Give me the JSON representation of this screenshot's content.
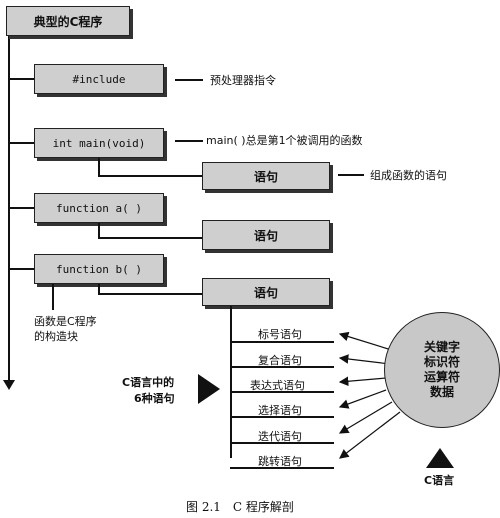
{
  "title": "典型的C程序",
  "boxes": {
    "include": "#include",
    "main": "int main(void)",
    "func_a": "function a( )",
    "func_b": "function b( )",
    "stmt1": "语句",
    "stmt2": "语句",
    "stmt3": "语句"
  },
  "labels": {
    "preprocessor": "预处理器指令",
    "main_note": "main( )总是第1个被调用的函数",
    "compose": "组成函数的语句",
    "building_block_1": "函数是C程序",
    "building_block_2": "的构造块",
    "six_kinds_1": "C语言中的",
    "six_kinds_2": "6种语句",
    "c_lang": "C语言"
  },
  "statement_types": [
    "标号语句",
    "复合语句",
    "表达式语句",
    "选择语句",
    "迭代语句",
    "跳转语句"
  ],
  "circle_items": [
    "关键字",
    "标识符",
    "运算符",
    "数据"
  ],
  "caption": "图 2.1　C 程序解剖"
}
